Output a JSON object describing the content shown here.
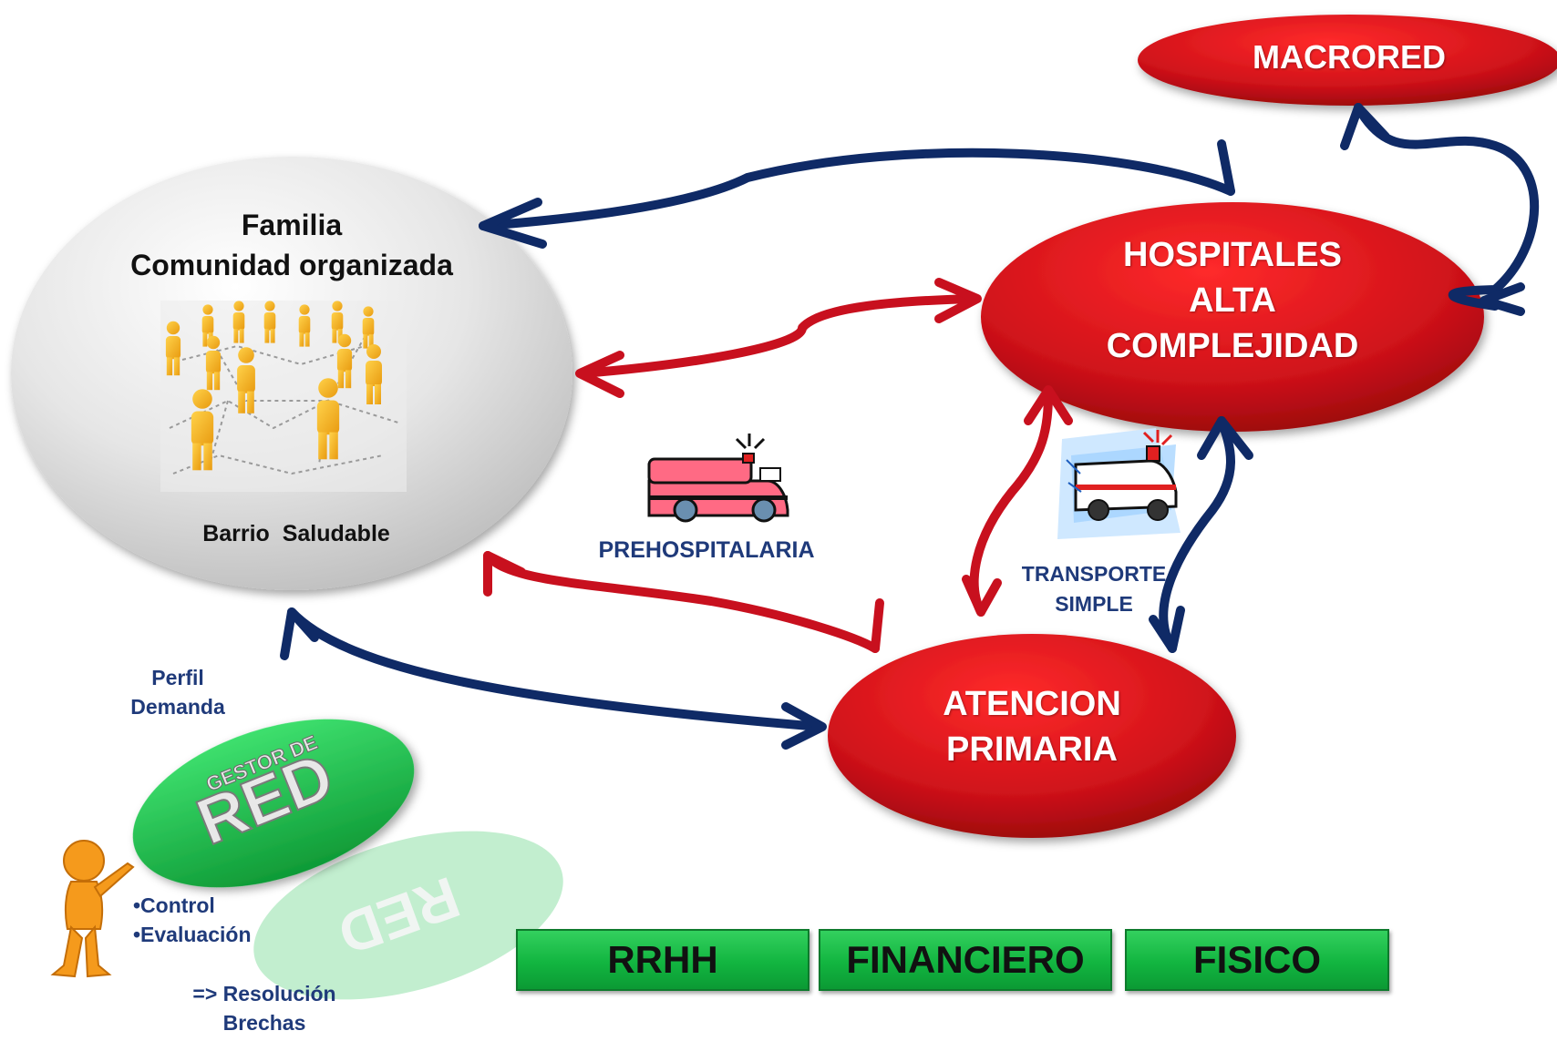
{
  "nodes": {
    "macrored": "MACRORED",
    "hospitales": [
      "HOSPITALES",
      "ALTA",
      "COMPLEJIDAD"
    ],
    "atencion": [
      "ATENCION",
      "PRIMARIA"
    ],
    "familia": [
      "Familia",
      "Comunidad organizada"
    ],
    "barrio": "Barrio  Saludable"
  },
  "labels": {
    "prehospitalaria": "PREHOSPITALARIA",
    "transporte": [
      "TRANSPORTE",
      "SIMPLE"
    ],
    "perfil": [
      "Perfil",
      "Demanda"
    ],
    "control": [
      "•Control",
      "•Evaluación"
    ],
    "resolucion": [
      "=> Resolución",
      "Brechas"
    ],
    "gestor_logo": "GESTOR DE RED"
  },
  "resources": [
    "RRHH",
    "FINANCIERO",
    "FISICO"
  ],
  "colors": {
    "navy_arrow": "#0f2a66",
    "red_arrow": "#c8101e",
    "red_node": "#c00f14",
    "green": "#16b845",
    "label_navy": "#1f3a7a"
  },
  "icons": [
    "ambulance-icon",
    "transport-ambulance-icon",
    "people-network-icon",
    "pointing-figure-icon"
  ]
}
